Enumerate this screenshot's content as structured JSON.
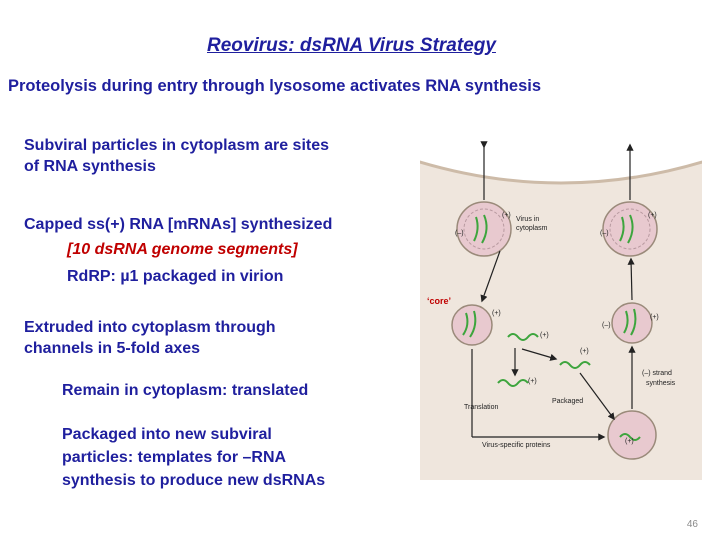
{
  "title": "Reovirus: dsRNA Virus Strategy",
  "subtitle": "Proteolysis during entry through lysosome activates RNA synthesis",
  "bullets": {
    "b1_l1": "Subviral particles in cytoplasm are sites",
    "b1_l2": "of RNA synthesis",
    "b2": "Capped ss(+) RNA [mRNAs] synthesized",
    "b2_sub1": "[10 dsRNA genome segments]",
    "b2_sub2": "RdRP: µ1 packaged in virion",
    "b3_l1": "Extruded into cytoplasm through",
    "b3_l2": "channels in 5-fold axes",
    "b4": "Remain in cytoplasm: translated",
    "b5_l1": "Packaged into new subviral",
    "b5_l2": "particles: templates for –RNA",
    "b5_l3": "synthesis to produce new dsRNAs"
  },
  "figure": {
    "core_label": "‘core’",
    "virus_label_l1": "Virus in",
    "virus_label_l2": "cytoplasm",
    "plus": "(+)",
    "minus": "(–)",
    "minus_strand_l1": "(–) strand",
    "minus_strand_l2": "synthesis",
    "translation": "Translation",
    "packaged": "Packaged",
    "virus_proteins": "Virus-specific proteins"
  },
  "page_number": "46",
  "colors": {
    "title": "#1f1f9e",
    "accent": "#c00000",
    "cell": "#efe6dd",
    "particle": "#e8c9cf",
    "rna": "#3da53d"
  }
}
